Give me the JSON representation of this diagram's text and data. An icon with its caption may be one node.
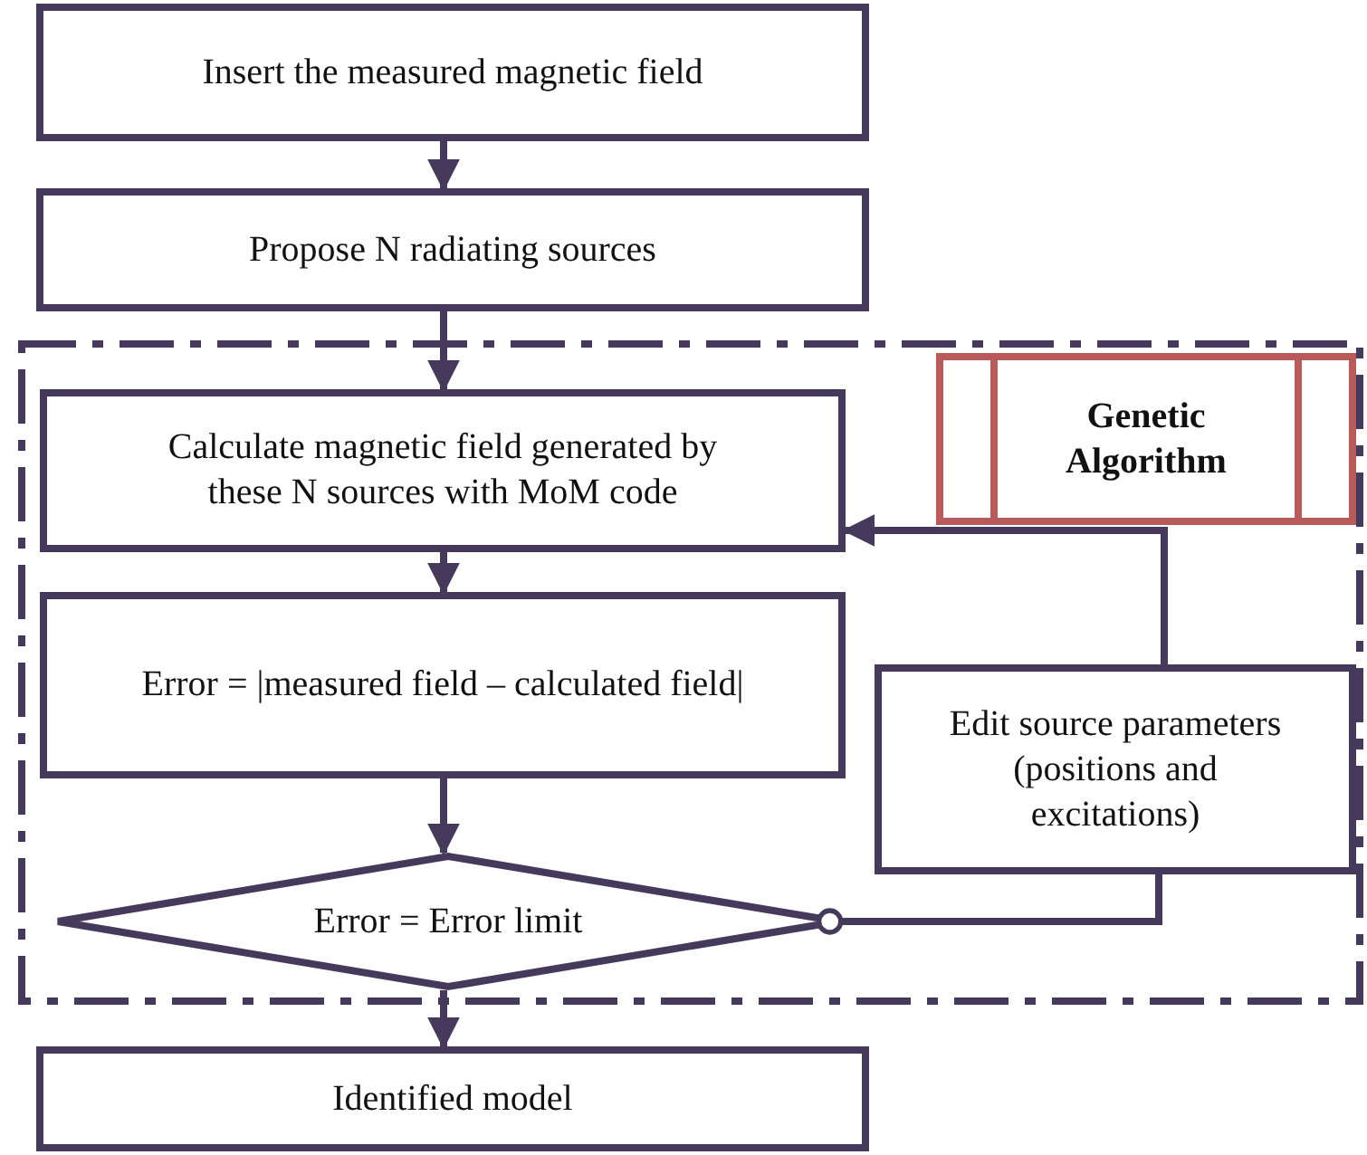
{
  "diagram": {
    "nodes": [
      {
        "text": [
          "Insert the measured magnetic field"
        ]
      },
      {
        "text": [
          "Propose N radiating sources"
        ]
      },
      {
        "text": [],
        "shape": "box"
      },
      {
        "text": [
          "Calculate magnetic field generated by these N sources with MoM code"
        ],
        "in": 2
      },
      {
        "text": [
          "Genetic Algorithm"
        ],
        "in": 2
      },
      {
        "text": [
          "Error = |measured field – calculated field|"
        ],
        "in": 2
      },
      {
        "text": [
          "Edit source parameters (positions and excitations)"
        ],
        "in": 2
      },
      {
        "text": [
          "Error = Error limit"
        ],
        "in": 2
      },
      {
        "text": [
          "Identified model"
        ]
      }
    ],
    "edges": [
      {
        "from": 0,
        "to": 1,
        "arrow": "to"
      },
      {
        "from": 1,
        "to": 3,
        "arrow": "to"
      },
      {
        "from": 3,
        "to": 5,
        "arrow": "to"
      },
      {
        "from": 5,
        "to": 7,
        "arrow": "to"
      },
      {
        "from": 7,
        "to": 8,
        "arrow": "to"
      },
      {
        "from": 7,
        "to": 6,
        "arrow": "other"
      },
      {
        "from": 6,
        "to": 3,
        "arrow": "to"
      }
    ]
  }
}
